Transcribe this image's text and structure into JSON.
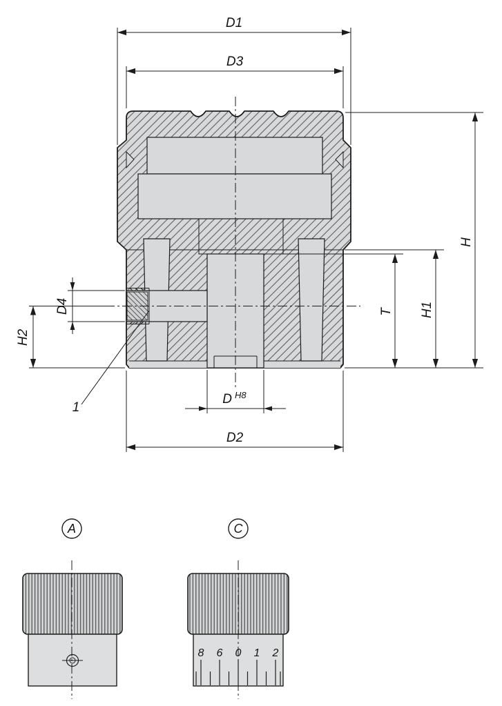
{
  "labels": {
    "d1": "D1",
    "d3": "D3",
    "d2": "D2",
    "d4": "D4",
    "h": "H",
    "h1": "H1",
    "h2": "H2",
    "t": "T",
    "d": "D",
    "d_tol": "H8",
    "item1": "1",
    "view_a": "A",
    "view_c": "C"
  },
  "scale_digits": [
    "8",
    "6",
    "0",
    "1",
    "2"
  ],
  "colors": {
    "line": "#1c1c1c",
    "fill_gray": "#d7d9db",
    "fill_light": "#dcdee0",
    "hatch_line": "#5f5f5f",
    "background": "#ffffff"
  }
}
